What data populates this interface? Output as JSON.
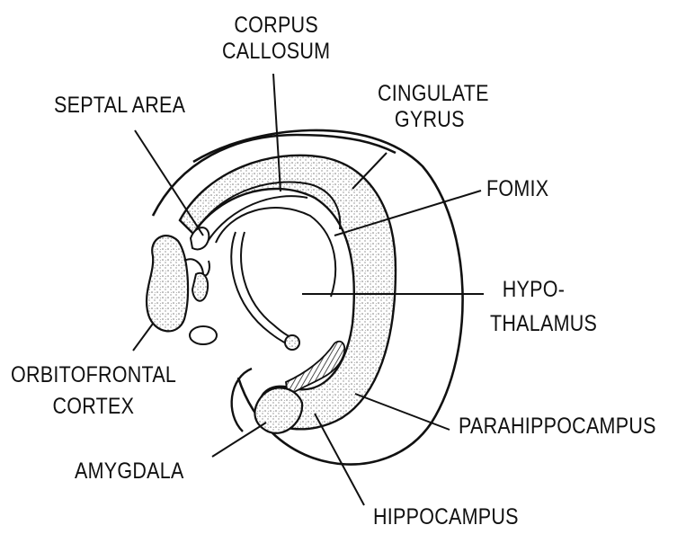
{
  "labels": {
    "corpus_callosum": [
      "CORPUS",
      "CALLOSUM"
    ],
    "septal_area": "SEPTAL AREA",
    "cingulate_gyrus": [
      "CINGULATE",
      "GYRUS"
    ],
    "fomix": "FOMIX",
    "hypothalamus": [
      "HYPO-",
      "THALAMUS"
    ],
    "orbitofrontal_cortex": [
      "ORBITOFRONTAL",
      "CORTEX"
    ],
    "parahippocampus": "PARAHIPPOCAMPUS",
    "amygdala": "AMYGDALA",
    "hippocampus": "HIPPOCAMPUS"
  },
  "colors": {
    "ink": "#111111",
    "stipple": "#9a9a9a",
    "background": "#ffffff"
  }
}
